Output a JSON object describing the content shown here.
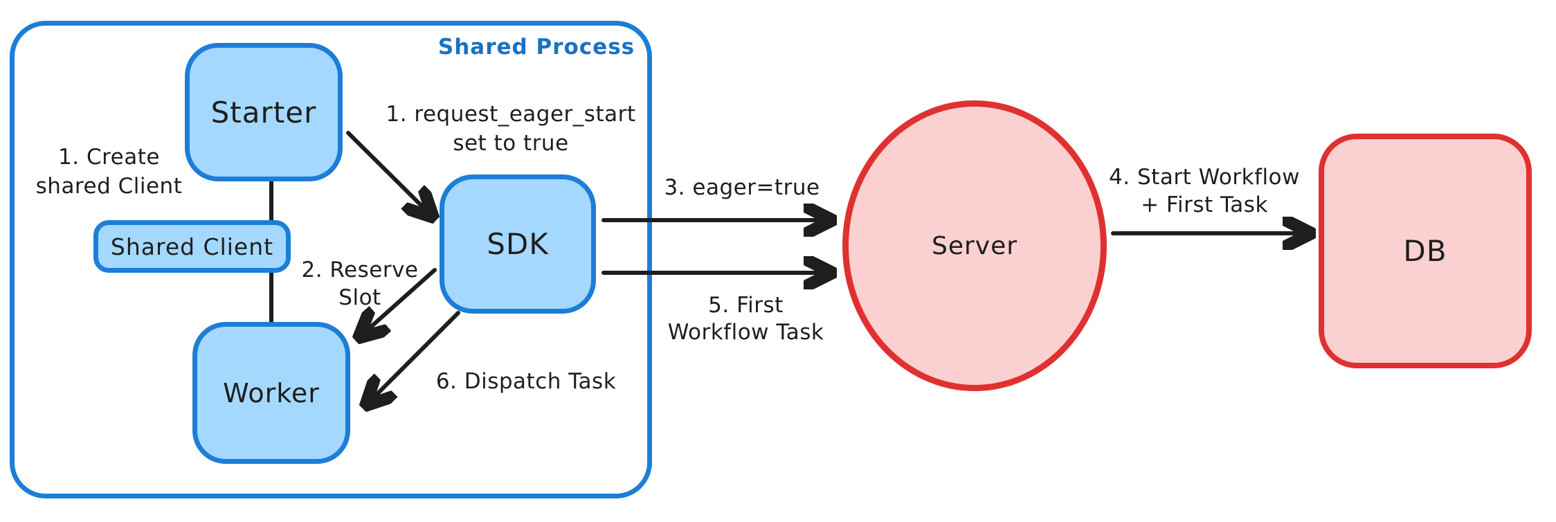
{
  "diagram": {
    "container": {
      "label": "Shared Process"
    },
    "nodes": {
      "starter": "Starter",
      "shared_client": "Shared Client",
      "worker": "Worker",
      "sdk": "SDK",
      "server": "Server",
      "db": "DB"
    },
    "labels": {
      "create_client": {
        "line1": "1. Create",
        "line2": "shared Client"
      },
      "request_eager_start": {
        "line1": "1. request_eager_start",
        "line2": "set to true"
      },
      "reserve_slot": {
        "line1": "2. Reserve",
        "line2": "Slot"
      },
      "dispatch_task": {
        "line1": "6. Dispatch Task"
      },
      "eager_true": {
        "line1": "3. eager=true"
      },
      "first_workflow_task": {
        "line1": "5. First",
        "line2": "Workflow Task"
      },
      "start_workflow": {
        "line1": "4. Start Workflow",
        "line2": "+ First Task"
      }
    },
    "colors": {
      "blue_border": "#1c7ed6",
      "blue_fill": "#a5d8ff",
      "blue_text": "#1971c2",
      "red_border": "#e03131",
      "red_fill": "#fbd0d0",
      "ink": "#1e1e1e"
    }
  }
}
